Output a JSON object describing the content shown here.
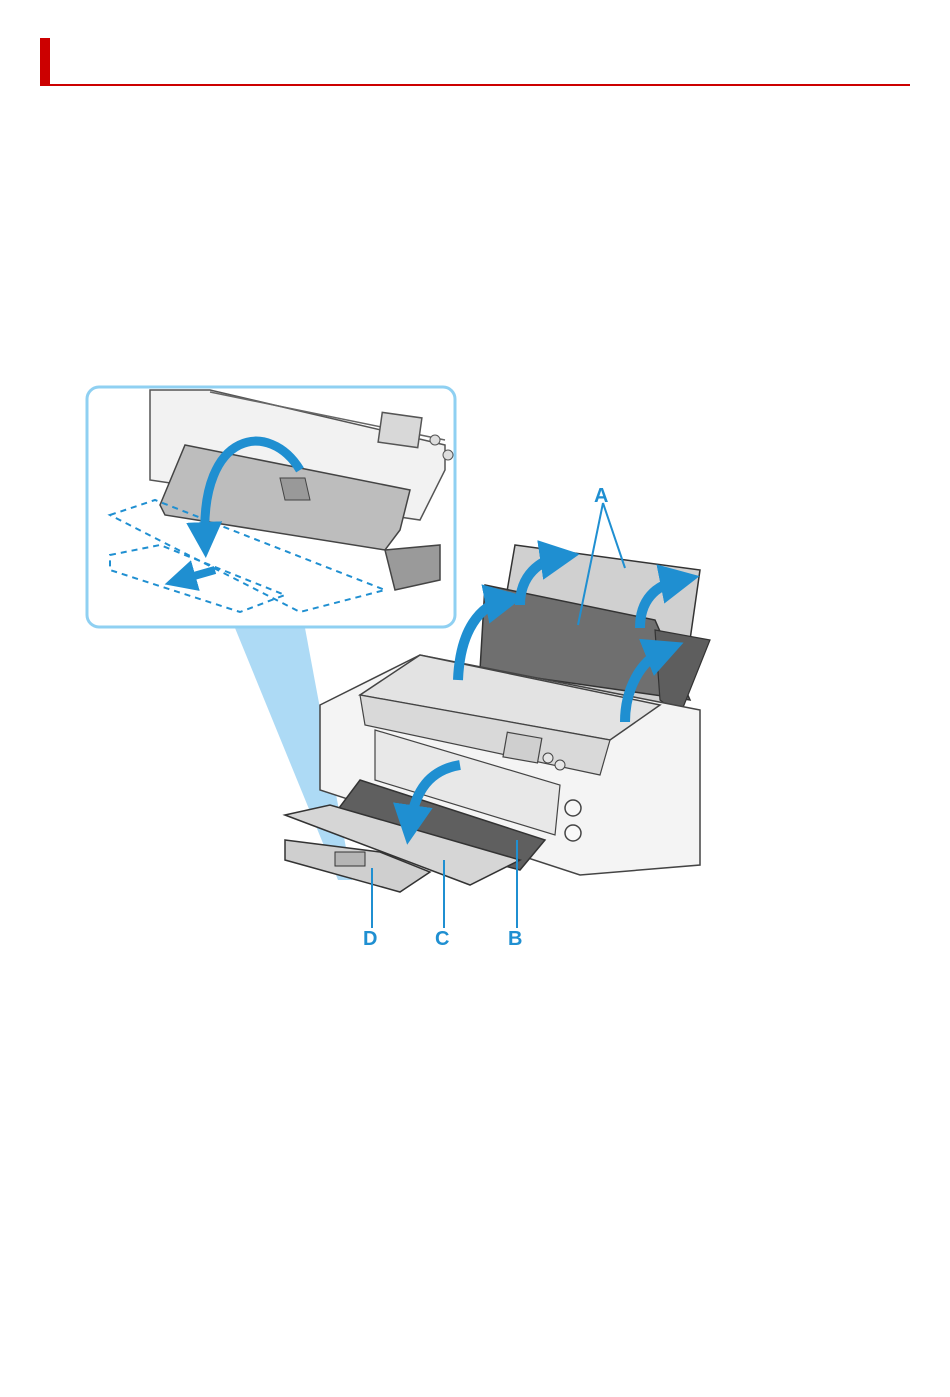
{
  "header": {
    "accent_color": "#cc0000"
  },
  "illustration": {
    "callout_color": "#1f8fd1",
    "labels": {
      "a": "A",
      "b": "B",
      "c": "C",
      "d": "D"
    }
  }
}
